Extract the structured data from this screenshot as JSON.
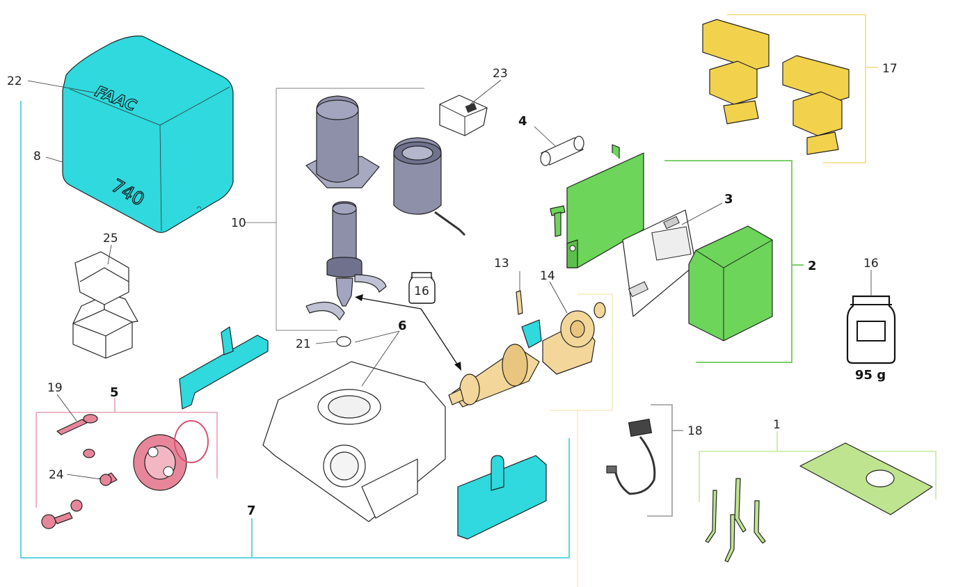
{
  "labels": {
    "l1": "1",
    "l2": "2",
    "l3": "3",
    "l4": "4",
    "l5": "5",
    "l6": "6",
    "l7": "7",
    "l8": "8",
    "l10": "10",
    "l13": "13",
    "l14": "14",
    "l16": "16",
    "l17": "17",
    "l18": "18",
    "l19": "19",
    "l21": "21",
    "l22": "22",
    "l23": "23",
    "l24": "24",
    "l25": "25",
    "jar_small_num": "16"
  },
  "brand_logo": "FAAC",
  "model_number": "740",
  "grease": {
    "label": "16",
    "amount": "95 g"
  },
  "colors": {
    "cyan": "#2fd9dd",
    "green": "#6cd55a",
    "yellow": "#f2d24c",
    "pink": "#e7869a",
    "tan": "#f3d79a",
    "grey_motor": "#8e90aa",
    "bracket_cyan": "#5fd6e0",
    "bracket_green": "#7ccd6a",
    "bracket_yellow": "#f3dc7a",
    "bracket_pink": "#e7a0b2",
    "bracket_grey": "#999999"
  }
}
